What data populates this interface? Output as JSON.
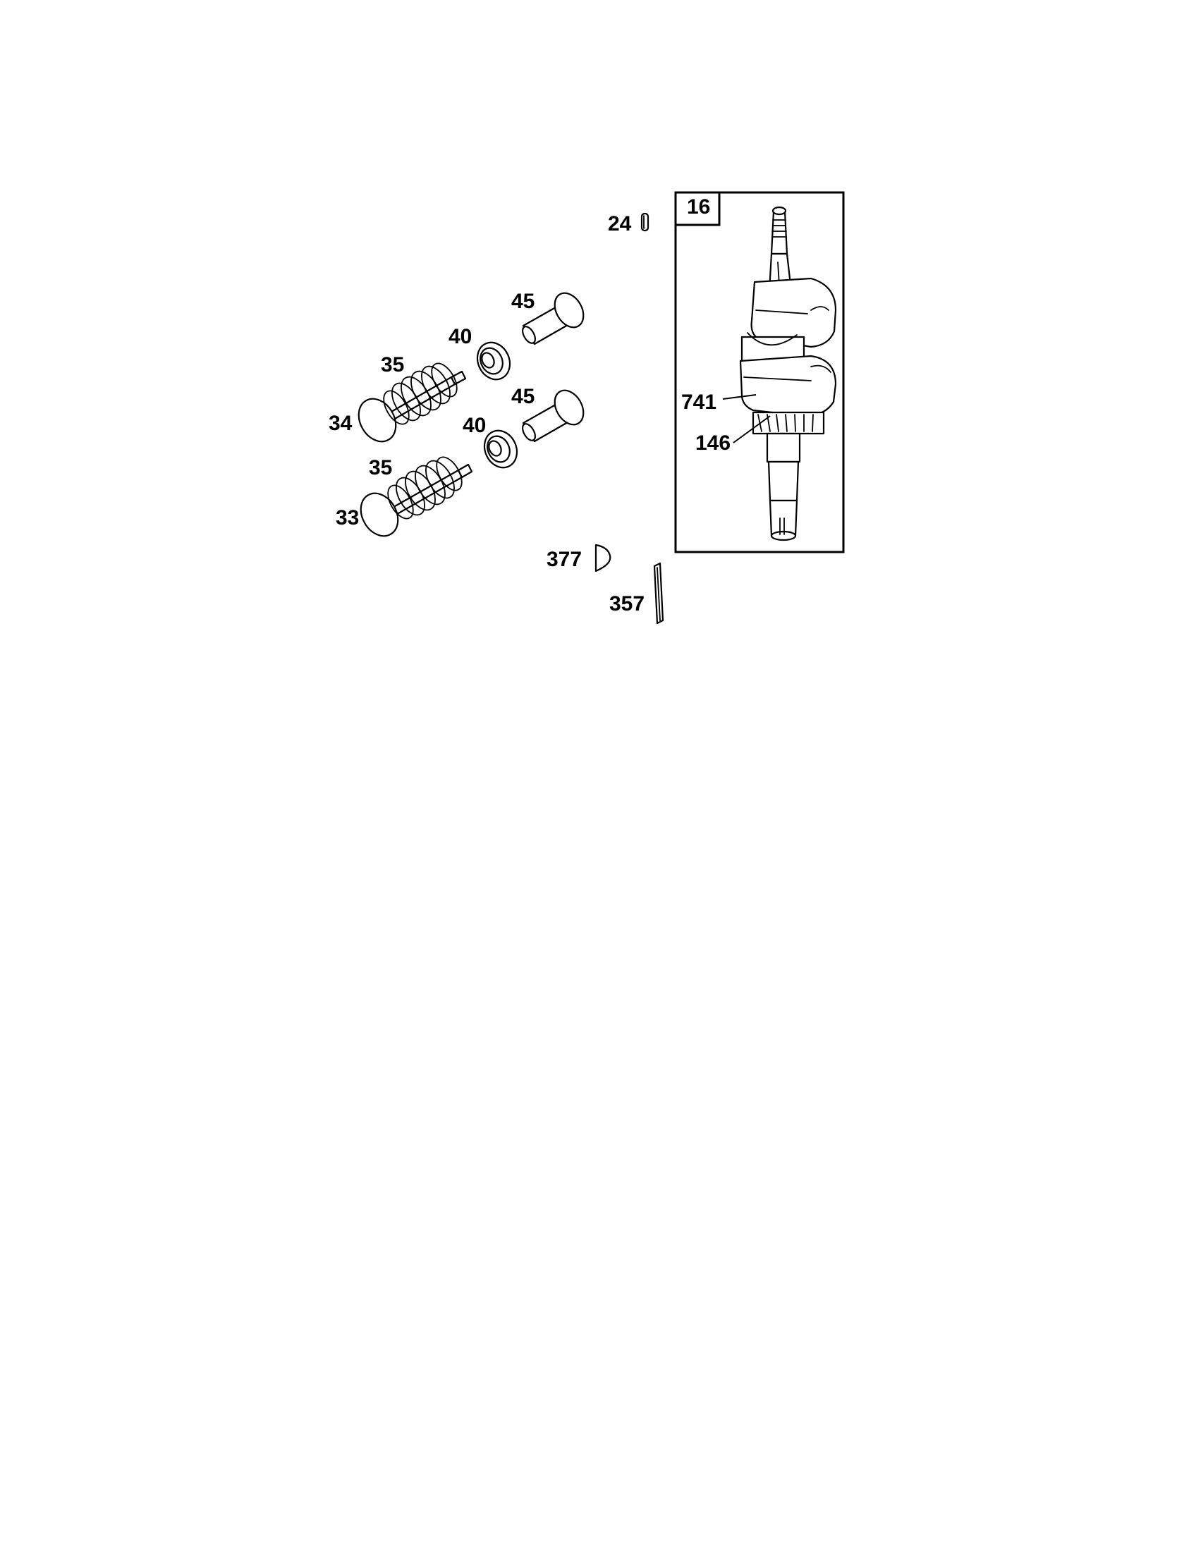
{
  "diagram": {
    "callout_box_number": "16",
    "labels": {
      "p24": "24",
      "p45a": "45",
      "p45b": "45",
      "p40a": "40",
      "p40b": "40",
      "p35a": "35",
      "p35b": "35",
      "p34": "34",
      "p33": "33",
      "p741": "741",
      "p146": "146",
      "p377": "377",
      "p357": "357"
    }
  }
}
